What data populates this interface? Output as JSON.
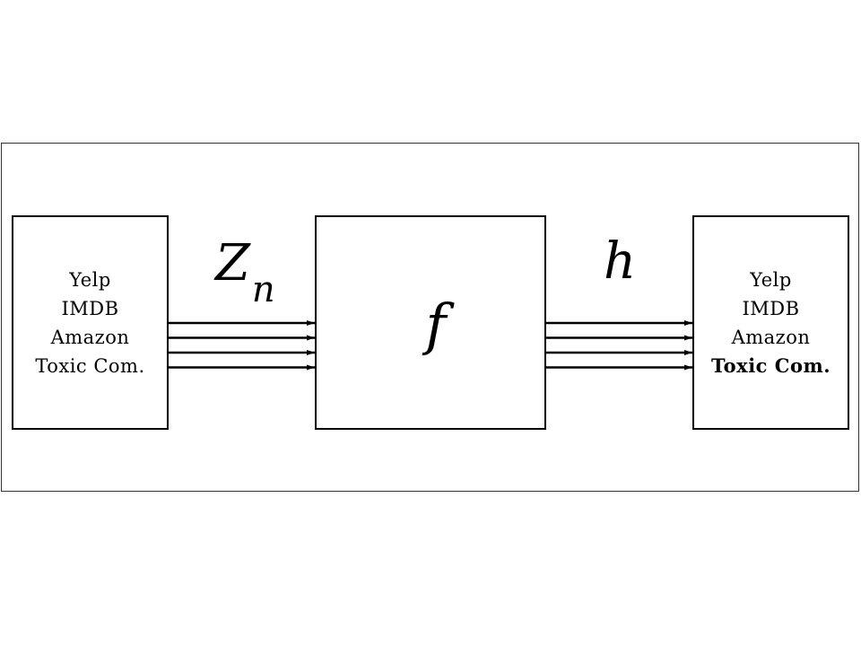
{
  "diagram": {
    "inputs": {
      "datasets": [
        "Yelp",
        "IMDB",
        "Amazon",
        "Toxic Com."
      ]
    },
    "input_variable": {
      "base": "Z",
      "subscript": "n"
    },
    "function": {
      "symbol": "f"
    },
    "output_variable": {
      "symbol": "h"
    },
    "outputs": {
      "datasets": [
        "Yelp",
        "IMDB",
        "Amazon",
        "Toxic Com."
      ],
      "highlighted": "Toxic Com."
    },
    "arrow_count_per_link": 4
  }
}
